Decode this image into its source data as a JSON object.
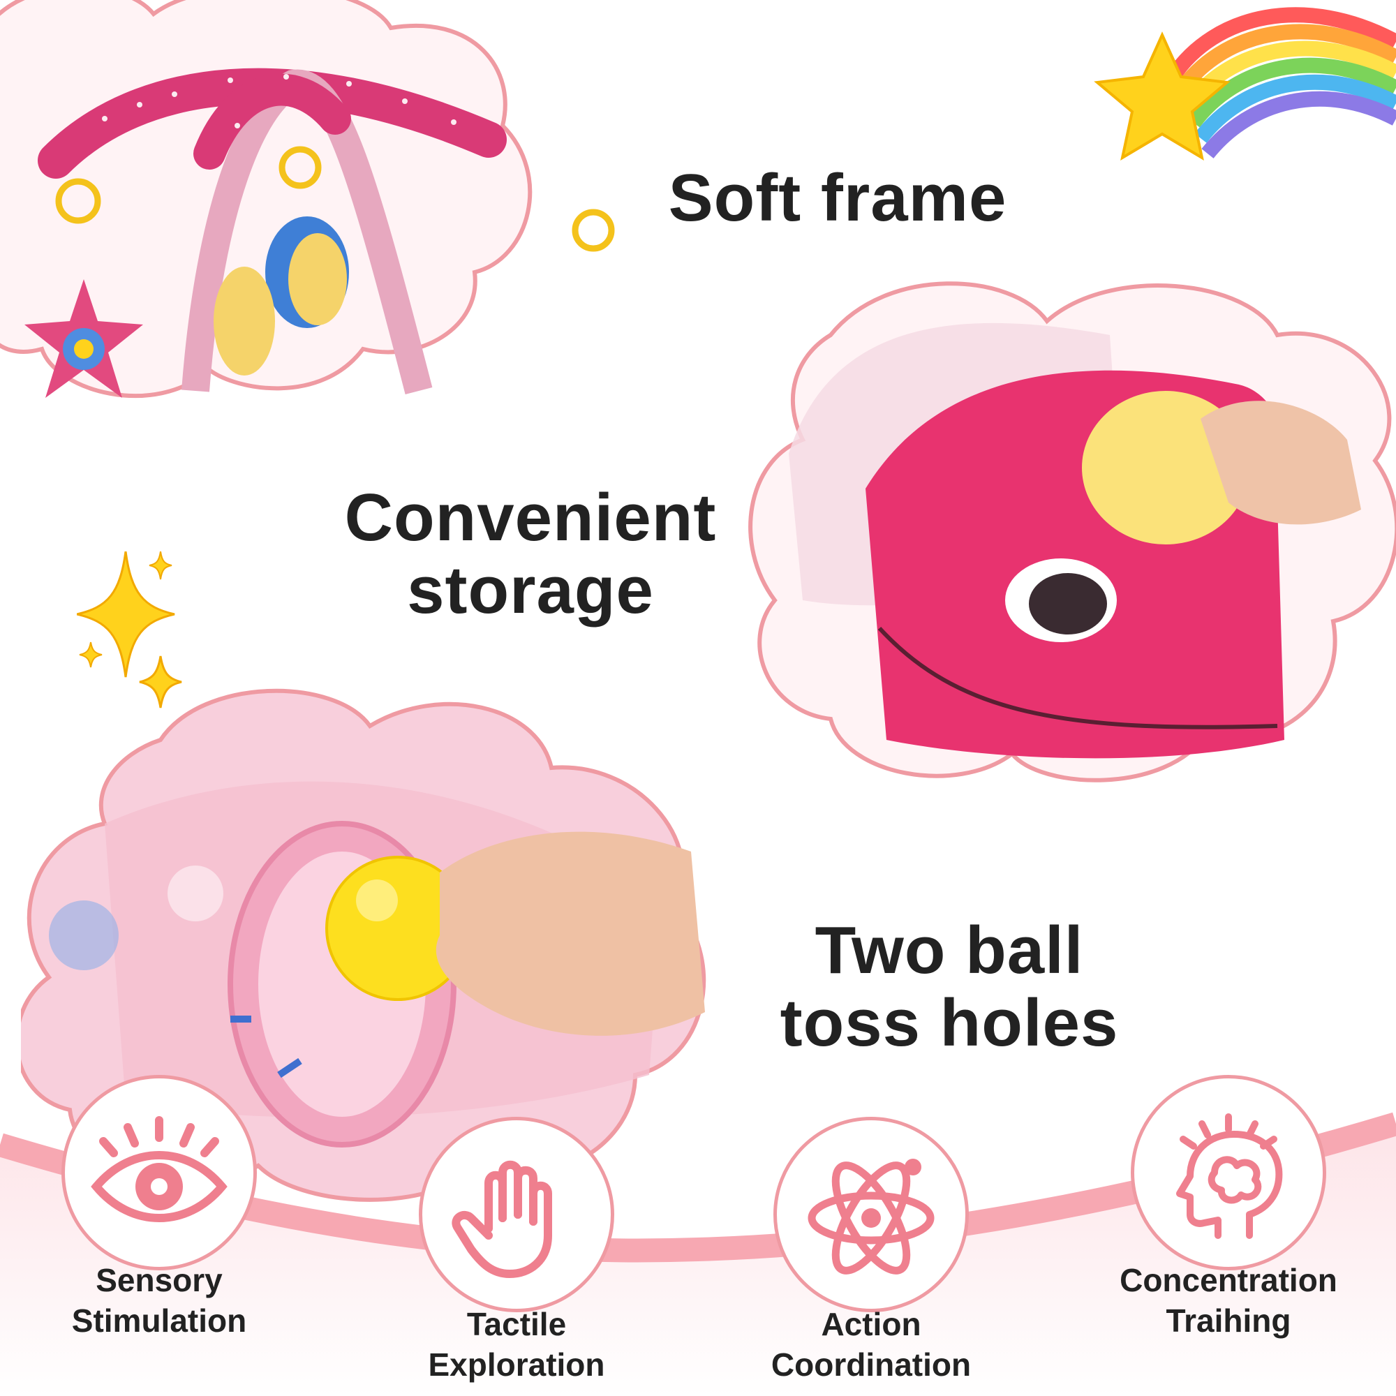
{
  "colors": {
    "pink_outline": "#ef9aa2",
    "band_pink": "#f7a8b2",
    "hot_pink": "#e8336f",
    "headline_text": "#222222",
    "star_yellow": "#ffd21c"
  },
  "features": {
    "soft_frame": "Soft frame",
    "storage_line1": "Convenient",
    "storage_line2": "storage",
    "toss_line1": "Two ball",
    "toss_line2": "toss holes"
  },
  "benefits": [
    {
      "icon": "eye-icon",
      "line1": "Sensory",
      "line2": "Stimulation"
    },
    {
      "icon": "hand-icon",
      "line1": "Tactile",
      "line2": "Exploration"
    },
    {
      "icon": "atom-icon",
      "line1": "Action",
      "line2": "Coordination"
    },
    {
      "icon": "brain-head-icon",
      "line1": "Concentration",
      "line2": "Traihing"
    }
  ]
}
